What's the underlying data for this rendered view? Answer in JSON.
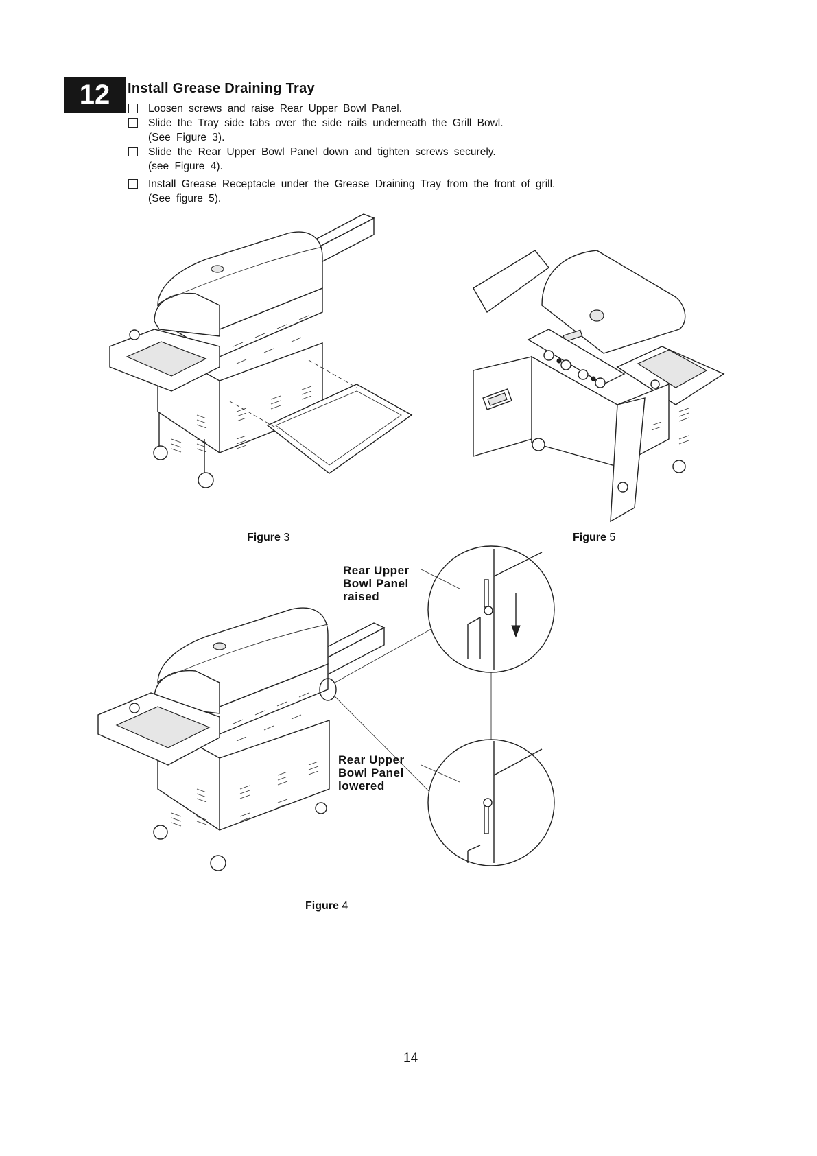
{
  "step": {
    "number": "12",
    "title": "Install Grease Draining Tray",
    "items": [
      {
        "line1": "Loosen screws and raise Rear Upper Bowl Panel.",
        "line2": ""
      },
      {
        "line1": "Slide the Tray side tabs over the side rails underneath the Grill Bowl.",
        "line2": "(See Figure 3)."
      },
      {
        "line1": "Slide the Rear Upper Bowl Panel down and tighten screws securely.",
        "line2": "(see Figure 4)."
      },
      {
        "line1": "Install Grease Receptacle under the Grease Draining Tray from the front of grill.",
        "line2": "(See figure 5)."
      }
    ]
  },
  "figures": {
    "fig3": {
      "word": "Figure",
      "num": "3"
    },
    "fig5": {
      "word": "Figure",
      "num": "5"
    },
    "fig4": {
      "word": "Figure",
      "num": "4"
    }
  },
  "callouts": {
    "raised": [
      "Rear Upper",
      "Bowl Panel",
      "raised"
    ],
    "lowered": [
      "Rear Upper",
      "Bowl Panel",
      "lowered"
    ]
  },
  "page_number": "14"
}
